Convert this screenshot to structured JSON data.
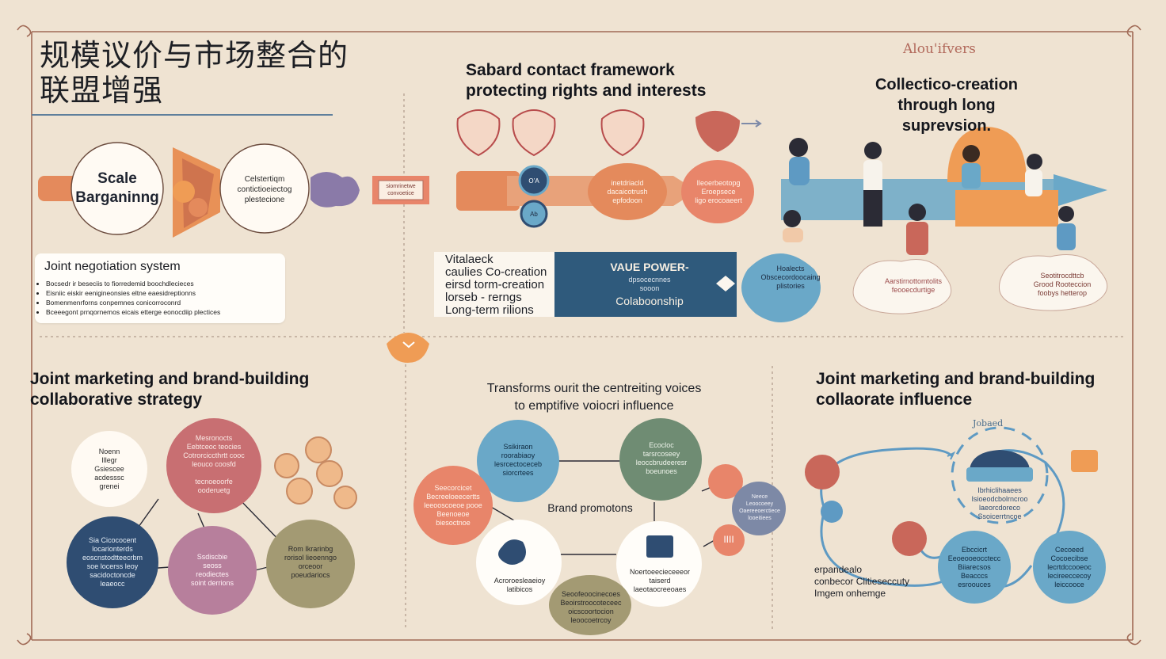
{
  "header": {
    "title": "规模议价与市场整合的\n联盟增强",
    "top_right_label": "Alou'ifvers"
  },
  "section1": {
    "scale_circle": "Scale\nBarganinng",
    "second_circle": "Celstertiqm\ncontictioeiectog\nplestecione",
    "tag_box": "siomrinetwe\nconvoetice"
  },
  "section2": {
    "heading": "Sabard contact framework\nprotecting rights and interests",
    "pill_a": "inetdriacld\ndacaicotrush\nepfodoon",
    "pill_b": "Ileoerbeotopg\nEroepsece\nligo erocoaeert",
    "dot_a": "O’A",
    "dot_b": "Ab"
  },
  "section3": {
    "heading": "Collectico-creation\nthrough  long suprevsion.",
    "cloud_a": "Hoalects\nObscecordoocaing\nplistories",
    "cloud_b": "Aarstirnottomtolits\nfeooecdurtige",
    "cloud_c": "Seotitrocdttcb\nGrood Rooteccion\nfoobys hetterop"
  },
  "negotiation": {
    "title": "Joint negotiation system",
    "items": [
      "Bocsedr ir beseciis to fiorredemid boochdlecieces",
      "Eisniic eiskir eenigineonsies eltne eaesidreptionns",
      "Bomenmenrforns conpemnes conicorroconrd",
      "Bceeegont prnqornemos eicais etterge eonocdiip plectices"
    ]
  },
  "value_banner": {
    "left_text": "Vitalaeck\ncaulies Co-creation\neirsd torm-creation\nlorseb - rerngs\nLong-term rilions",
    "title": "VAUE POWER-",
    "subtitle": "dpsocecnnes\nsooon",
    "footer": "Colaboonship"
  },
  "section4": {
    "heading": "Joint marketing and brand-building\ncollaborative strategy",
    "c_white": "Noenn\nIllegr\nGsiescee\nacdesssc\ngrenei",
    "c_rose": "Mesronocts\nEebtceoc teocies\nCotrorciccthrtt cooc\nleouco coosfd\n\ntecnoeoorfe\nooderuetg",
    "c_navy": "Sia Cicococent\nlocarionterds\neoscnstodtteecrbm\nsoe locerss leoy\nsacidoctoncde\nleaeocc",
    "c_plum": "Ssdiscbie\nseoss\nreodiectes\nsoint derrions",
    "c_olive": "Rom Ikrarinbg\nrorisol lieoenngo\norceoor\npoeudariocs"
  },
  "section5": {
    "heading": "Transforms ourit the centreiting voices\nto emptifive voiocri influence",
    "center_label": "Brand promotons",
    "c_blue": "Ssikiraon\nroorabiaoy\nlesrcectoceceb\nsiorcrtees",
    "c_green": "Ecocloc\ntarsrcoseey\nleoccbrudeeresr\nboeunoes",
    "c_salmon": "Seecorcicet\nBecreeloeecertts\nleeooscoeoe pooe\nBeenoeoe\nbiesoctnoe",
    "c_white_a": "Acroroesleaeioy\nlatibicos",
    "c_white_b": "Noertoeecieceeeor\ntaiserd\nlaeotaocreeoaes",
    "c_olive": "Seoofeoocinecoes\nBeoirstroocoteceec\noicscoortocion\nleoocoetrcoy",
    "c_slate": "Neece\nLeoocoeey\nOaereeoerctiece\nlooeitiees",
    "bubble_text": "IIII"
  },
  "section6": {
    "heading": "Joint marketing and brand-building\ncollaorate influence",
    "ring_label": "Jobaed",
    "core_text": "Ibrhiclihaaees\nIsioeodcbolrncroo\nlaeorcdoreco\nSsoicerrtncoe",
    "c_left": "Ebccicrt\nEeoeooeocctecc\nBiiarecsos\nBeacccs\nesroouces",
    "c_right": "Cecoeed\nCocoecibse\nlecrtdccooeoc\nlecireeccecoy\nleiccooce",
    "caption": "erpandealo\nconbecor Clitieseccuty\nImgem onhemge"
  },
  "palette": {
    "rose": "#c86f72",
    "navy": "#2f4d72",
    "plum": "#b77f9c",
    "olive": "#a39a73",
    "blue": "#6aa8c8",
    "salmon": "#e8856a",
    "green": "#6f8c73",
    "orange": "#ef9c55",
    "cream": "#efe3d2"
  }
}
